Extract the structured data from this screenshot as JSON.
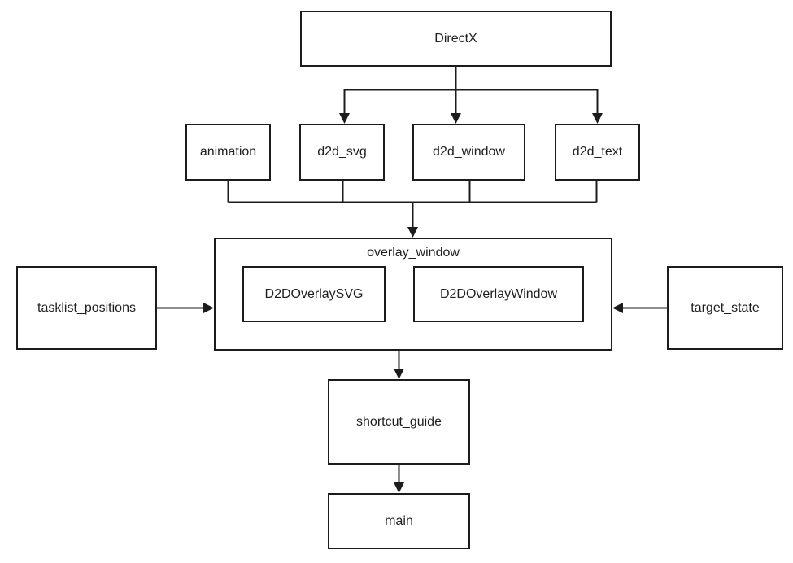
{
  "diagram": {
    "type": "dependency-flowchart",
    "colors": {
      "background": "#ffffff",
      "stroke": "#1c1c1c",
      "text": "#1f1f1f",
      "node_fill": "#ffffff"
    },
    "nodes": {
      "directx": {
        "label": "DirectX"
      },
      "animation": {
        "label": "animation"
      },
      "d2d_svg": {
        "label": "d2d_svg"
      },
      "d2d_window": {
        "label": "d2d_window"
      },
      "d2d_text": {
        "label": "d2d_text"
      },
      "overlay_window": {
        "label": "overlay_window"
      },
      "d2d_overlay_svg": {
        "label": "D2DOverlaySVG"
      },
      "d2d_overlay_window": {
        "label": "D2DOverlayWindow"
      },
      "tasklist_positions": {
        "label": "tasklist_positions"
      },
      "target_state": {
        "label": "target_state"
      },
      "shortcut_guide": {
        "label": "shortcut_guide"
      },
      "main": {
        "label": "main"
      }
    },
    "edges": [
      {
        "from": "DirectX",
        "to": "d2d_svg"
      },
      {
        "from": "DirectX",
        "to": "d2d_window"
      },
      {
        "from": "DirectX",
        "to": "d2d_text"
      },
      {
        "from": "animation",
        "to": "overlay_window"
      },
      {
        "from": "d2d_svg",
        "to": "overlay_window"
      },
      {
        "from": "d2d_window",
        "to": "overlay_window"
      },
      {
        "from": "d2d_text",
        "to": "overlay_window"
      },
      {
        "from": "tasklist_positions",
        "to": "overlay_window"
      },
      {
        "from": "target_state",
        "to": "overlay_window"
      },
      {
        "from": "overlay_window",
        "to": "shortcut_guide"
      },
      {
        "from": "shortcut_guide",
        "to": "main"
      }
    ]
  }
}
